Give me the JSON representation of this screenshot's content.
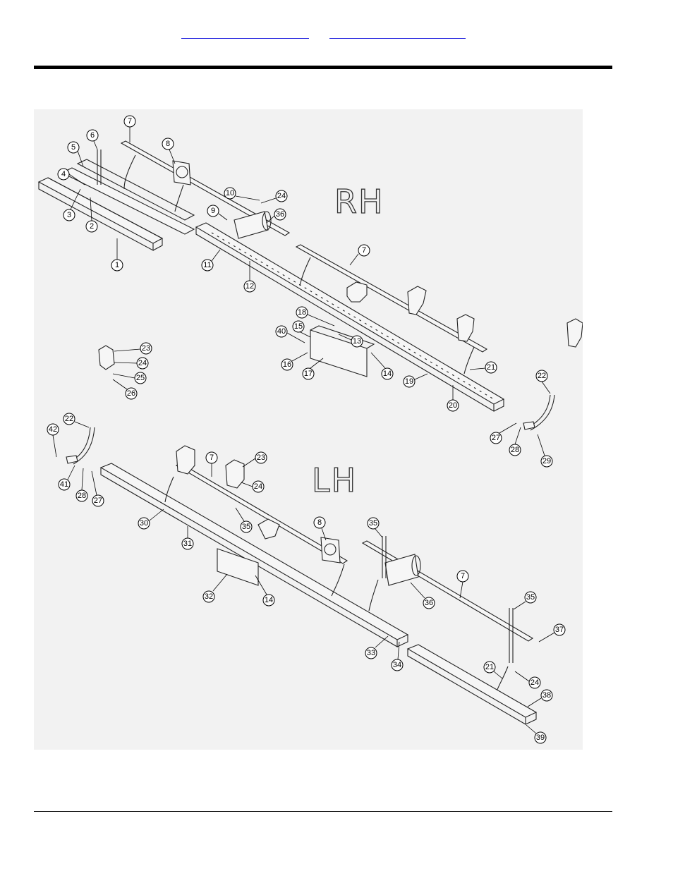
{
  "header": {
    "links": [
      {
        "name": "header-link-1",
        "text": ""
      },
      {
        "name": "header-link-2",
        "text": ""
      }
    ]
  },
  "diagram": {
    "labels": {
      "rh": "RH",
      "lh": "LH"
    },
    "callouts_rh": [
      "1",
      "2",
      "3",
      "4",
      "5",
      "6",
      "7",
      "8",
      "9",
      "10",
      "24",
      "36",
      "11",
      "12",
      "7",
      "18",
      "15",
      "40",
      "13",
      "16",
      "17",
      "14",
      "19",
      "20",
      "21",
      "23",
      "24",
      "25",
      "26",
      "22",
      "27",
      "28",
      "29"
    ],
    "callouts_lh": [
      "22",
      "42",
      "41",
      "28",
      "27",
      "7",
      "23",
      "24",
      "35",
      "30",
      "31",
      "8",
      "35",
      "36",
      "7",
      "35",
      "32",
      "14",
      "37",
      "33",
      "34",
      "21",
      "24",
      "38",
      "39"
    ]
  }
}
